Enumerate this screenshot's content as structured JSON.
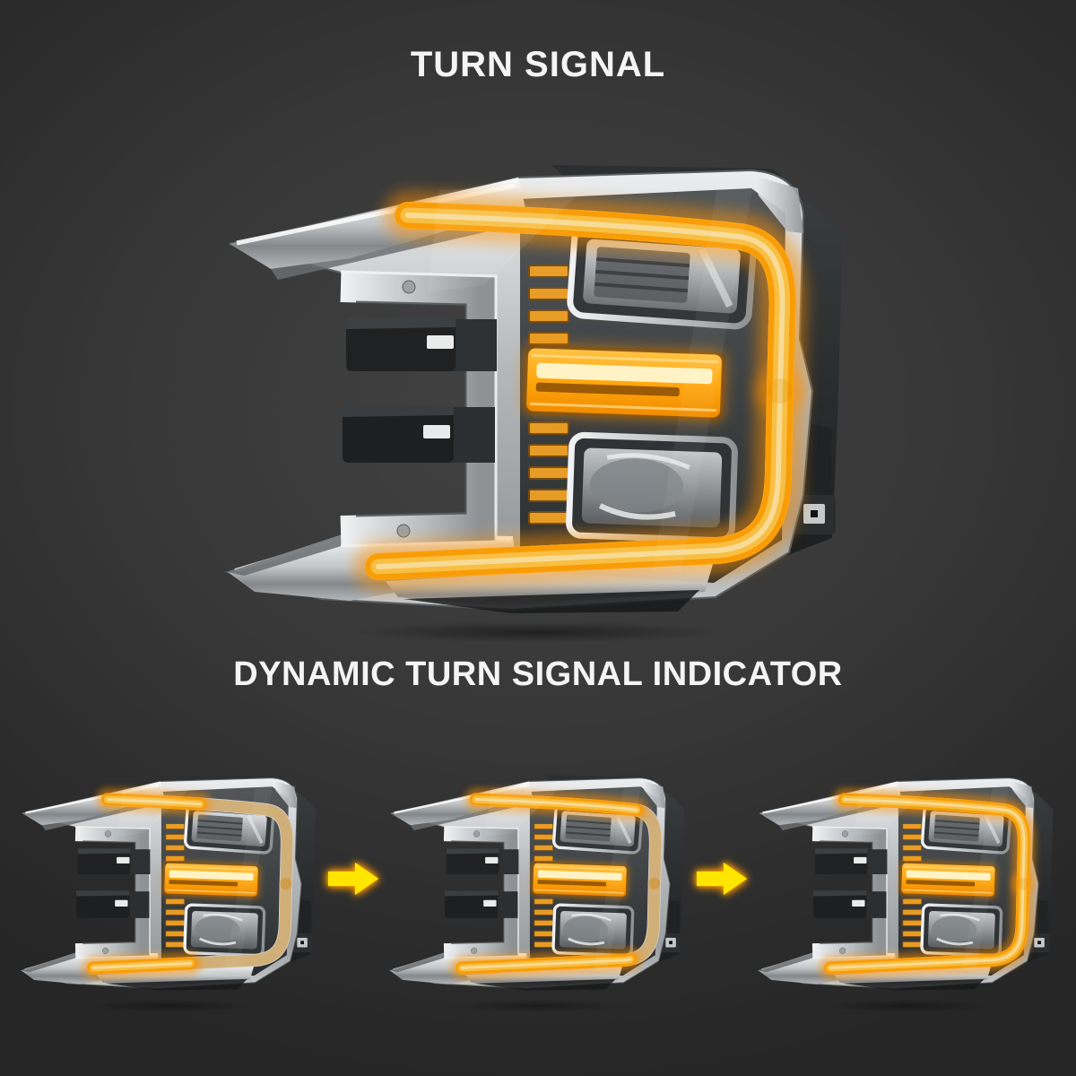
{
  "page": {
    "title": "TURN SIGNAL",
    "subtitle": "DYNAMIC TURN SIGNAL INDICATOR",
    "background_color": "#2f2f2f"
  },
  "colors": {
    "text": "#f4f4f4",
    "amber_lit": "#ffa30a",
    "amber_mid": "#ffcf57",
    "amber_core": "#fff3c6",
    "amber_glow": "#ff9100",
    "arrow_yellow": "#ffe600",
    "chrome": "#c7cbce",
    "housing_dark": "#232526"
  },
  "hero": {
    "name": "turn-signal-headlight-fully-lit",
    "lit_percent": 100
  },
  "sequence": {
    "arrow_icon": "right-arrow",
    "stages": [
      {
        "name": "sequence-start",
        "lit_percent": 38
      },
      {
        "name": "sequence-mid",
        "lit_percent": 66
      },
      {
        "name": "sequence-complete",
        "lit_percent": 100
      }
    ]
  }
}
